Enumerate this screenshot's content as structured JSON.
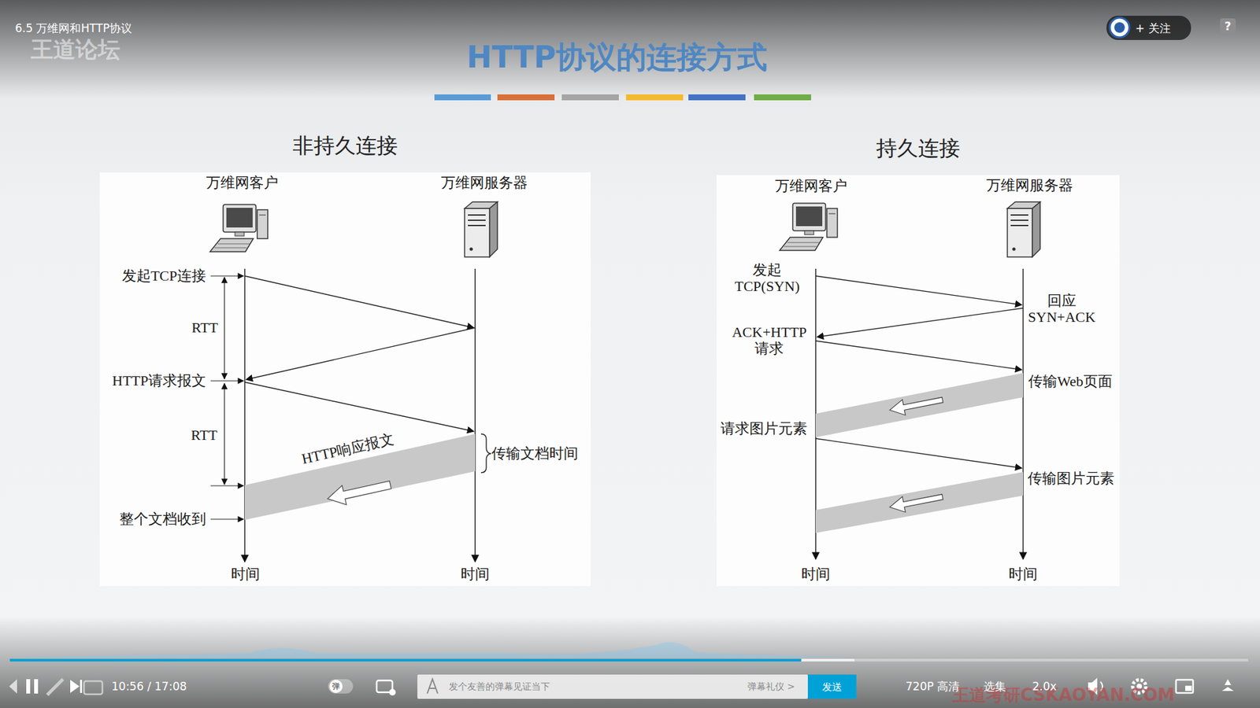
{
  "diagram": {
    "title": "HTTP协议的连接方式",
    "nodes": [
      {
        "text": [
          "非持久连接"
        ]
      },
      {
        "text": [
          "持久连接"
        ]
      }
    ],
    "labels": [
      "6.5 万维网和HTTP协议",
      "王道论坛",
      "+ 关注",
      "?",
      "万维网客户",
      "万维网服务器",
      "发起TCP连接",
      "RTT",
      "HTTP请求报文",
      "RTT",
      "HTTP响应报文",
      "传输文档时间",
      "整个文档收到",
      "时间",
      "时间",
      "万维网客户",
      "万维网服务器",
      "发起 TCP(SYN)",
      "回应 SYN+ACK",
      "ACK+HTTP 请求",
      "传输Web页面",
      "请求图片元素",
      "传输图片元素",
      "时间",
      "时间",
      "弹",
      "10:56 / 17:08",
      "发个友善的弹幕见证当下",
      "弹幕礼仪 >",
      "发送",
      "720P 高清",
      "选集",
      "2.0x",
      "王道考研CSKAOYAN.COM"
    ]
  }
}
